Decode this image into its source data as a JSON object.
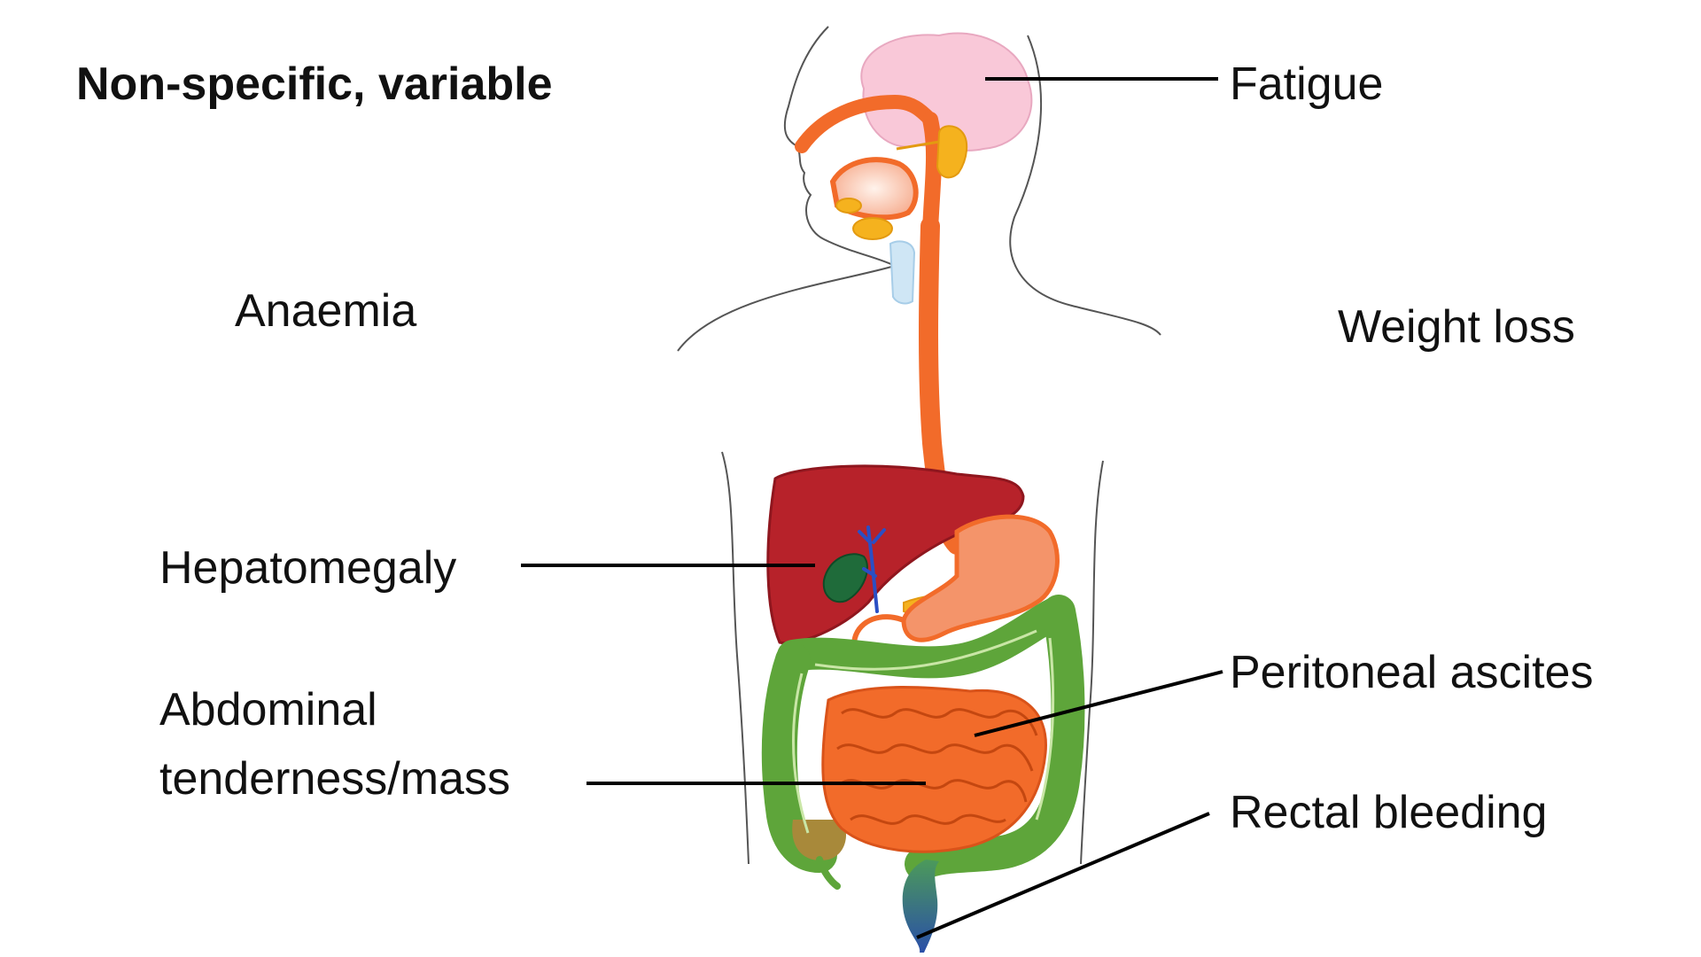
{
  "title": "Non-specific, variable",
  "labels": {
    "fatigue": "Fatigue",
    "anaemia": "Anaemia",
    "weight_loss": "Weight loss",
    "hepatomegaly": "Hepatomegaly",
    "abdominal_line1": "Abdominal",
    "abdominal_line2": "tenderness/mass",
    "peritoneal_ascites": "Peritoneal ascites",
    "rectal_bleeding": "Rectal bleeding"
  },
  "colors": {
    "esophagus": "#f26b2a",
    "brain": "#f9c8d8",
    "liver": "#b7222a",
    "gallbladder": "#1f6b3a",
    "stomach": "#f4946a",
    "small_intestine": "#f26b2a",
    "colon": "#5ea53a",
    "rectum": "#2a6a9a",
    "salivary": "#f5b21e",
    "outline": "#444444",
    "leader": "#000000"
  }
}
